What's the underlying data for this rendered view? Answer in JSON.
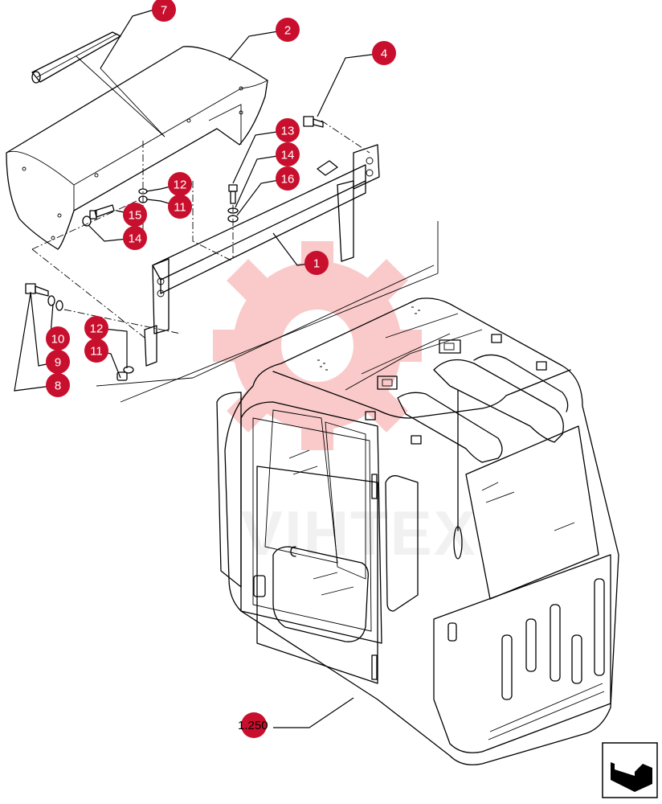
{
  "colors": {
    "callout": "#c8102e",
    "watermark_red": "#f26b6b",
    "line": "#000000"
  },
  "watermark": {
    "text": "VIHTEX"
  },
  "callouts": [
    "7",
    "2",
    "4",
    "13",
    "14",
    "16",
    "12",
    "11",
    "15",
    "14",
    "1",
    "10",
    "9",
    "8",
    "12",
    "11"
  ],
  "reference": {
    "label": "1.250"
  },
  "nav_icon": "next-page-icon"
}
